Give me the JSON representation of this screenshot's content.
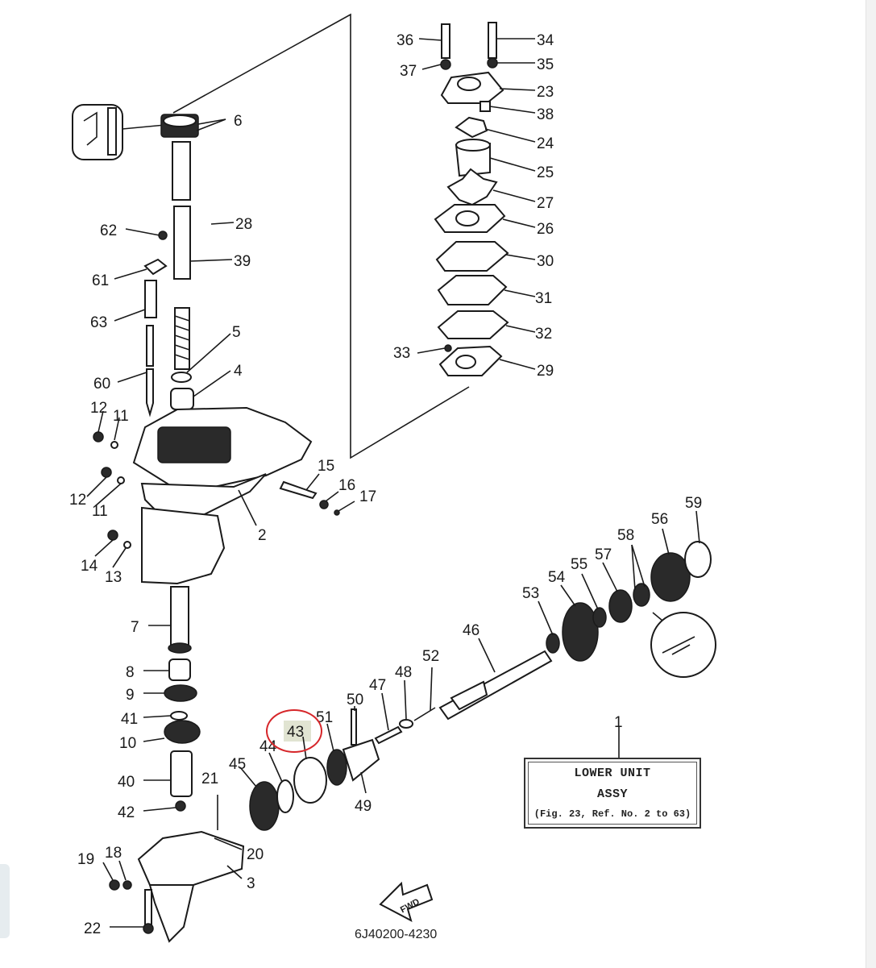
{
  "callouts": [
    "36",
    "34",
    "37",
    "35",
    "23",
    "38",
    "24",
    "25",
    "27",
    "26",
    "30",
    "31",
    "33",
    "32",
    "29",
    "6",
    "62",
    "28",
    "39",
    "61",
    "63",
    "5",
    "4",
    "60",
    "12",
    "11",
    "15",
    "16",
    "17",
    "2",
    "14",
    "13",
    "7",
    "8",
    "9",
    "41",
    "10",
    "40",
    "42",
    "21",
    "20",
    "3",
    "19",
    "18",
    "22",
    "45",
    "44",
    "43",
    "51",
    "50",
    "47",
    "48",
    "52",
    "49",
    "46",
    "53",
    "54",
    "55",
    "57",
    "58",
    "56",
    "59",
    "1"
  ],
  "highlighted_callout": "43",
  "assy_label": {
    "line1": "LOWER UNIT",
    "line2": "ASSY",
    "line3": "(Fig. 23, Ref. No. 2 to 63)"
  },
  "drawing_code": "6J40200-4230",
  "fwd_label": "FWD",
  "colors": {
    "highlight_circle": "#d6262a",
    "highlight_fill": "#e1e4d2",
    "line": "#1a1a1a"
  }
}
